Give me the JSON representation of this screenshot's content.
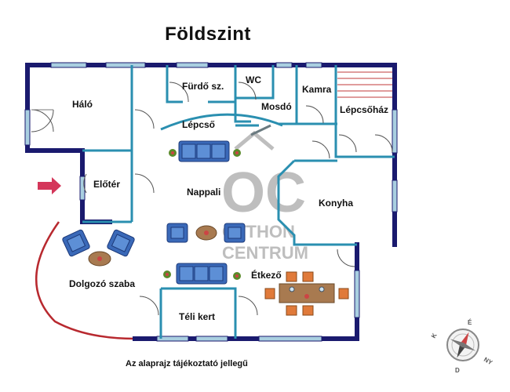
{
  "floor_title": "Földszint",
  "rooms": {
    "halo": "Háló",
    "furdo": "Fürdő sz.",
    "wc": "WC",
    "mosdo": "Mosdó",
    "kamra": "Kamra",
    "lepcsohaz": "Lépcsőház",
    "lepcso": "Lépcső",
    "eloter": "Előtér",
    "nappali": "Nappali",
    "konyha": "Konyha",
    "dolgozo": "Dolgozó szaba",
    "etkezo": "Étkező",
    "teli_kert": "Téli kert"
  },
  "watermark": {
    "logo": "OC",
    "line1": "OTTHON",
    "line2": "CENTRUM"
  },
  "disclaimer": "Az alaprajz tájékoztató jellegű",
  "compass": {
    "letters": [
      "K",
      "É",
      "NY",
      "D"
    ]
  },
  "colors": {
    "outer_wall": "#1a1a6e",
    "inner_wall": "#2a8fb0",
    "window": "#a9cfe0",
    "terrace_line": "#b8292f",
    "entrance_arrow": "#d4365a",
    "furniture": "#3a69b8",
    "table": "#a87a50",
    "chair": "#e07a3a",
    "watermark": "#8a8a8a"
  }
}
